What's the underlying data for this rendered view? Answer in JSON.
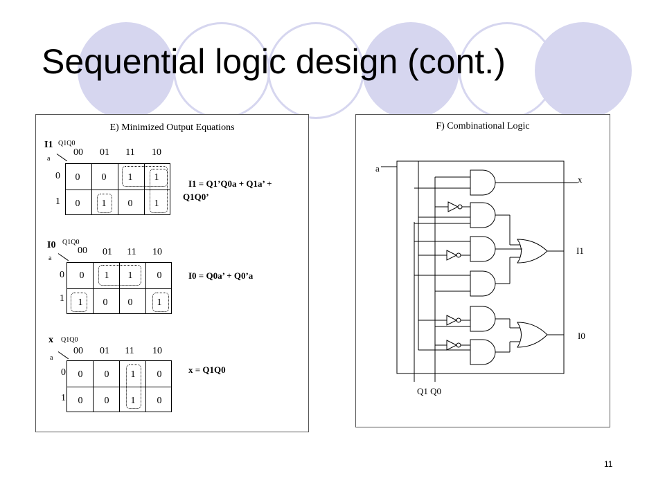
{
  "title": "Sequential logic design (cont.)",
  "slide_number": "11",
  "accent_color": "#d6d6ef",
  "panel_e": {
    "title": "E) Minimized  Output Equations",
    "col_var": "Q1Q0",
    "row_var": "a",
    "col_labels": [
      "00",
      "01",
      "11",
      "10"
    ],
    "row_labels": [
      "0",
      "1"
    ],
    "maps": [
      {
        "output": "I1",
        "cells": [
          [
            "0",
            "0",
            "1",
            "1"
          ],
          [
            "0",
            "1",
            "0",
            "1"
          ]
        ],
        "equation": "I1 = Q1’Q0a  + Q1a’ +",
        "equation_cont": "Q1Q0’"
      },
      {
        "output": "I0",
        "cells": [
          [
            "0",
            "1",
            "1",
            "0"
          ],
          [
            "1",
            "0",
            "0",
            "1"
          ]
        ],
        "equation": "I0 = Q0a’ + Q0’a"
      },
      {
        "output": "x",
        "cells": [
          [
            "0",
            "0",
            "1",
            "0"
          ],
          [
            "0",
            "0",
            "1",
            "0"
          ]
        ],
        "equation": "x = Q1Q0"
      }
    ]
  },
  "panel_f": {
    "title": "F) Combinational  Logic",
    "input_a": "a",
    "output_x": "x",
    "output_i1": "I1",
    "output_i0": "I0",
    "state_inputs": "Q1 Q0"
  }
}
